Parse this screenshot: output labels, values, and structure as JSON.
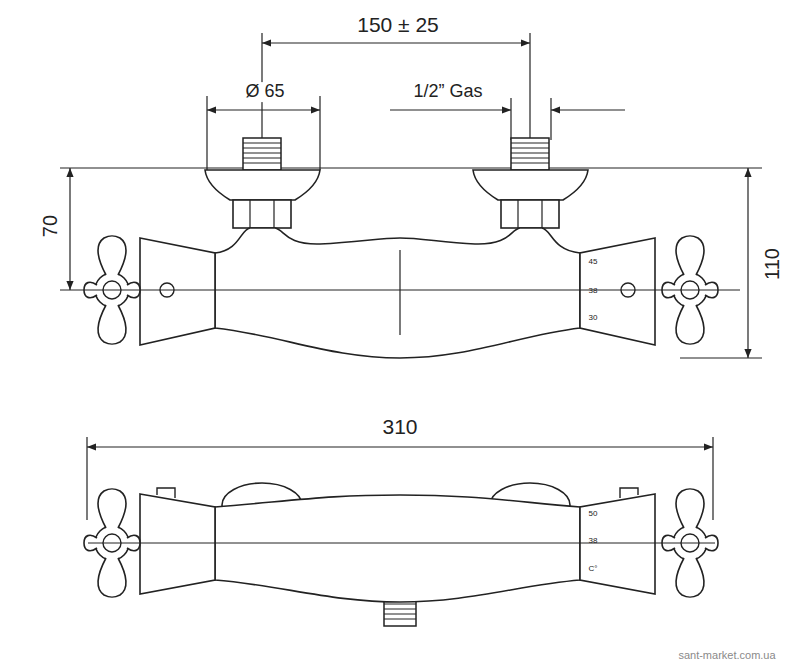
{
  "diagram": {
    "labels": [
      "150 ± 25",
      "Ø 65",
      "1/2” Gas",
      "70",
      "110",
      "45",
      "38",
      "30",
      "310",
      "50",
      "38",
      "C°",
      "sant-market.com.ua"
    ]
  }
}
